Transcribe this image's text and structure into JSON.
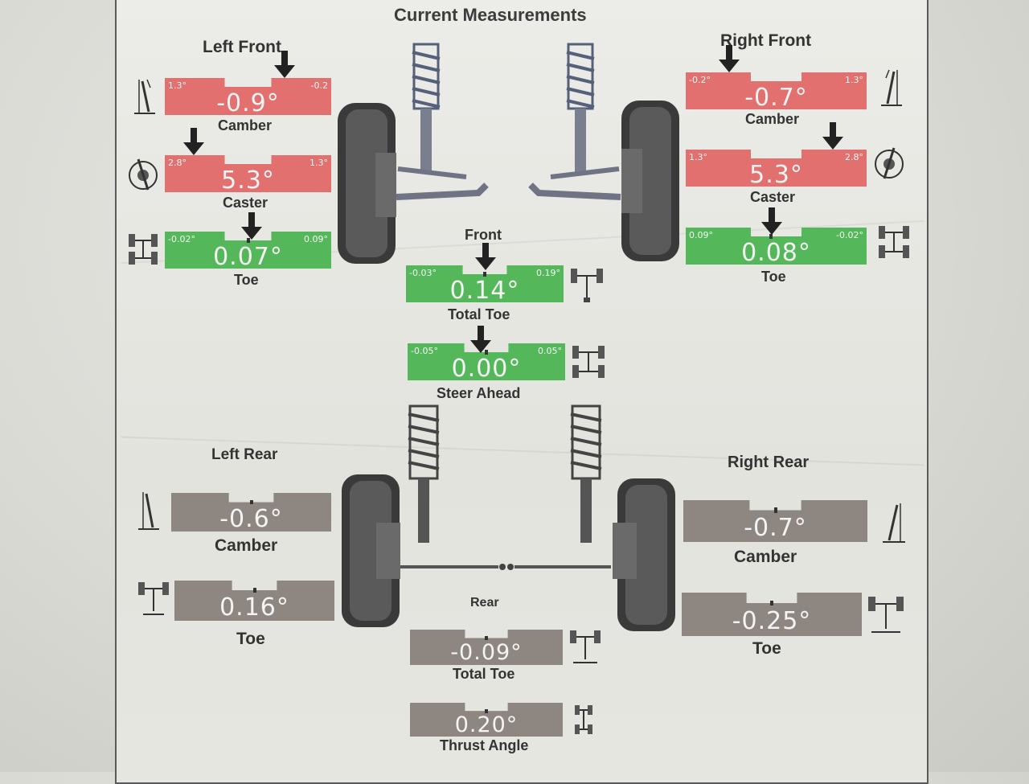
{
  "title": "Current Measurements",
  "left_front": {
    "heading": "Left Front",
    "camber": {
      "label": "Camber",
      "value": "-0.9°",
      "low": "1.3°",
      "high": "-0.2"
    },
    "caster": {
      "label": "Caster",
      "value": "5.3°",
      "low": "2.8°",
      "high": "1.3°"
    },
    "toe": {
      "label": "Toe",
      "value": "0.07°",
      "low": "-0.02°",
      "high": "0.09°"
    }
  },
  "right_front": {
    "heading": "Right Front",
    "camber": {
      "label": "Camber",
      "value": "-0.7°",
      "low": "-0.2°",
      "high": "1.3°"
    },
    "caster": {
      "label": "Caster",
      "value": "5.3°",
      "low": "1.3°",
      "high": "2.8°"
    },
    "toe": {
      "label": "Toe",
      "value": "0.08°",
      "low": "0.09°",
      "high": "-0.02°"
    }
  },
  "front": {
    "heading": "Front",
    "total_toe": {
      "label": "Total Toe",
      "value": "0.14°",
      "low": "-0.03°",
      "high": "0.19°"
    },
    "steer_ahead": {
      "label": "Steer Ahead",
      "value": "0.00°",
      "low": "-0.05°",
      "high": "0.05°"
    }
  },
  "left_rear": {
    "heading": "Left Rear",
    "camber": {
      "label": "Camber",
      "value": "-0.6°"
    },
    "toe": {
      "label": "Toe",
      "value": "0.16°"
    }
  },
  "right_rear": {
    "heading": "Right Rear",
    "camber": {
      "label": "Camber",
      "value": "-0.7°"
    },
    "toe": {
      "label": "Toe",
      "value": "-0.25°"
    }
  },
  "rear": {
    "heading": "Rear",
    "total_toe": {
      "label": "Total Toe",
      "value": "-0.09°"
    },
    "thrust_angle": {
      "label": "Thrust Angle",
      "value": "0.20°"
    }
  },
  "colors": {
    "out_of_spec": "#e2706f",
    "in_spec": "#54b85a",
    "no_spec": "#8e8781"
  }
}
